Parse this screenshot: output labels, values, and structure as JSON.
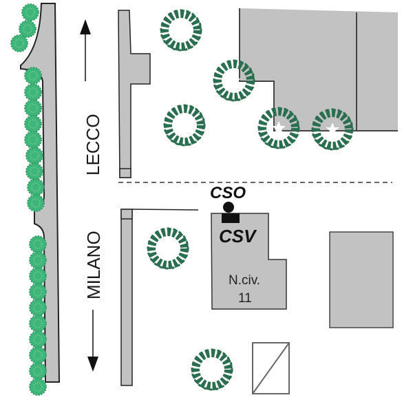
{
  "title": "Site map",
  "labels": {
    "road_north": "LECCO",
    "road_south": "MILANO",
    "cso": "CSO",
    "csv": "CSV",
    "building_number_line1": "N.civ.",
    "building_number_line2": "11"
  },
  "colors": {
    "building_fill": "#c2c2c2",
    "outline": "#333333",
    "tree_dark": "#2a6e50",
    "hedge_light": "#3fb57a",
    "text": "#1a1a1a"
  },
  "legend_icons": {
    "valve": "valve-icon",
    "tree": "tree-icon",
    "hedge": "hedge-icon"
  }
}
